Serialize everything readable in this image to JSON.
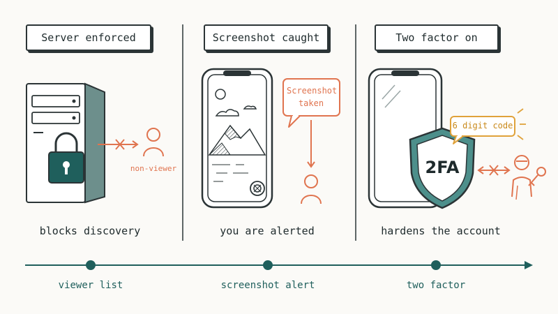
{
  "panels": [
    {
      "title": "Server enforced",
      "caption": "blocks discovery",
      "person_label": "non-viewer"
    },
    {
      "title": "Screenshot caught",
      "caption": "you are alerted",
      "bubble_text": "Screenshot taken"
    },
    {
      "title": "Two factor on",
      "caption": "hardens the account",
      "badge": "2FA",
      "code_label": "6 digit code"
    }
  ],
  "timeline": [
    {
      "label": "viewer list"
    },
    {
      "label": "screenshot alert"
    },
    {
      "label": "two factor"
    }
  ],
  "colors": {
    "teal": "#1f5f5c",
    "teal_light": "#4d8f8b",
    "orange": "#e0744f",
    "amber": "#e0a23a",
    "ink": "#2b3436",
    "background": "#fbfaf7"
  },
  "icons": [
    "server-icon",
    "padlock-icon",
    "person-icon",
    "blocked-arrow-icon",
    "phone-icon",
    "mountain-landscape-icon",
    "shutter-icon",
    "speech-bubble-icon",
    "shield-icon",
    "hacker-icon",
    "key-icon"
  ]
}
